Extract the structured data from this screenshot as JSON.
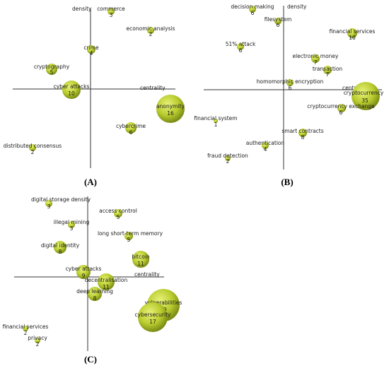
{
  "panels": [
    {
      "label": "(A)",
      "x_axis_label": "centrality",
      "y_axis_label": "density",
      "nodes": [
        {
          "name": "commerce",
          "count": "3"
        },
        {
          "name": "economic analysis",
          "count": "2"
        },
        {
          "name": "crime",
          "count": "4"
        },
        {
          "name": "cryptography",
          "count": "5"
        },
        {
          "name": "cyber attacks",
          "count": "10"
        },
        {
          "name": "anonymity",
          "count": "16"
        },
        {
          "name": "cybercrime",
          "count": "6"
        },
        {
          "name": "distributed consensus",
          "count": "2"
        }
      ]
    },
    {
      "label": "(B)",
      "x_axis_label": "centrality",
      "y_axis_label": "density",
      "nodes": [
        {
          "name": "decision making",
          "count": "6"
        },
        {
          "name": "filesystem",
          "count": "6"
        },
        {
          "name": "financial services",
          "count": "10"
        },
        {
          "name": "51% attack",
          "count": "6"
        },
        {
          "name": "electronic money",
          "count": "7"
        },
        {
          "name": "transaction",
          "count": "7"
        },
        {
          "name": "homomorphic encryption",
          "count": "6"
        },
        {
          "name": "cryptocurrency",
          "count": "35"
        },
        {
          "name": "cryptocurrency exchange",
          "count": "6"
        },
        {
          "name": "financial system",
          "count": "1"
        },
        {
          "name": "smart contracts",
          "count": "8"
        },
        {
          "name": "authentication",
          "count": "4"
        },
        {
          "name": "fraud detection",
          "count": "2"
        }
      ]
    },
    {
      "label": "(C)",
      "x_axis_label": "centrality",
      "y_axis_label": "",
      "nodes": [
        {
          "name": "digital storage density",
          "count": "3"
        },
        {
          "name": "access control",
          "count": "5"
        },
        {
          "name": "illegal mining",
          "count": "3"
        },
        {
          "name": "long short-term memory",
          "count": "5"
        },
        {
          "name": "digital identity",
          "count": "8"
        },
        {
          "name": "bitcoin",
          "count": "11"
        },
        {
          "name": "cyber attacks",
          "count": "9"
        },
        {
          "name": "decentralisation",
          "count": "11"
        },
        {
          "name": "deep learning",
          "count": "8"
        },
        {
          "name": "vulnerabilities",
          "count": "19"
        },
        {
          "name": "cybersecurity",
          "count": "17"
        },
        {
          "name": "financial services",
          "count": "2"
        },
        {
          "name": "privacy",
          "count": "2"
        }
      ]
    }
  ]
}
